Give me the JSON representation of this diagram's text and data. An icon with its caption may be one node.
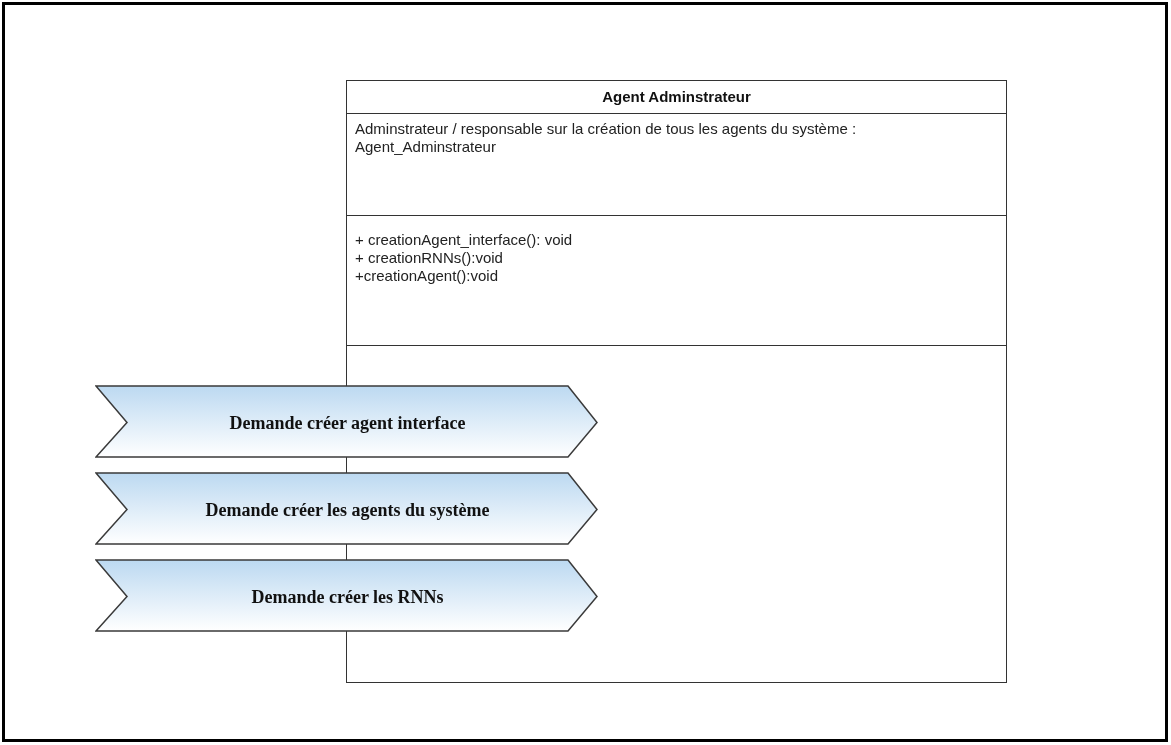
{
  "diagram": {
    "nodes": [
      {
        "text": [
          "Agent Adminstrateur",
          "Adminstrateur / responsable sur la création de tous les agents du système : Agent_Adminstrateur",
          "+ creationAgent_interface(): void",
          "+ creationRNNs():void",
          "+creationAgent():void"
        ]
      },
      {
        "text": [
          "Demande créer agent interface"
        ]
      },
      {
        "text": [
          "Demande créer les agents du système"
        ]
      },
      {
        "text": [
          "Demande créer les RNNs"
        ]
      }
    ]
  }
}
